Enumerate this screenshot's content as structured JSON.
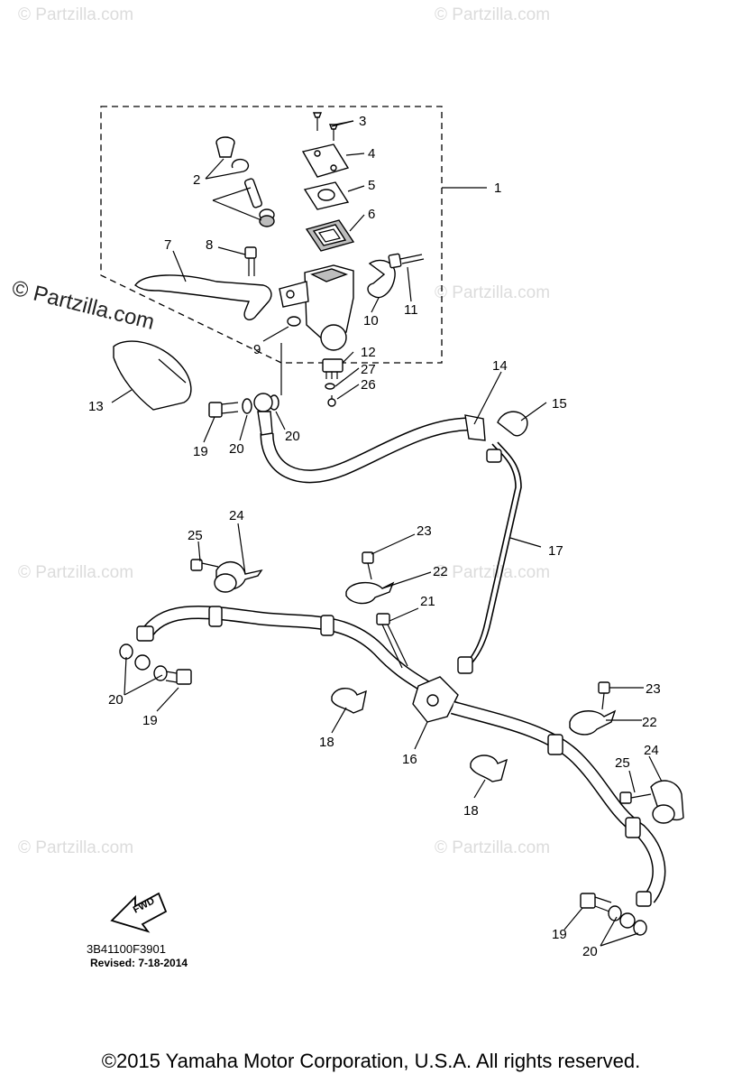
{
  "watermarks": {
    "large": "© Partzilla.com",
    "small": "© Partzilla.com"
  },
  "callouts": {
    "c1": "1",
    "c2": "2",
    "c3": "3",
    "c4": "4",
    "c5": "5",
    "c6": "6",
    "c7": "7",
    "c8": "8",
    "c9": "9",
    "c10": "10",
    "c11": "11",
    "c12": "12",
    "c13": "13",
    "c14": "14",
    "c15": "15",
    "c16": "16",
    "c17": "17",
    "c18a": "18",
    "c18b": "18",
    "c19a": "19",
    "c19b": "19",
    "c19c": "19",
    "c20a": "20",
    "c20b": "20",
    "c20c": "20",
    "c20d": "20",
    "c21": "21",
    "c22a": "22",
    "c22b": "22",
    "c23a": "23",
    "c23b": "23",
    "c24a": "24",
    "c24b": "24",
    "c25a": "25",
    "c25b": "25",
    "c26": "26",
    "c27": "27"
  },
  "fwd_label": "FWD",
  "part_code": "3B41100F3901",
  "revised": "Revised: 7-18-2014",
  "copyright": "©2015  Yamaha Motor Corporation, U.S.A. All rights reserved."
}
